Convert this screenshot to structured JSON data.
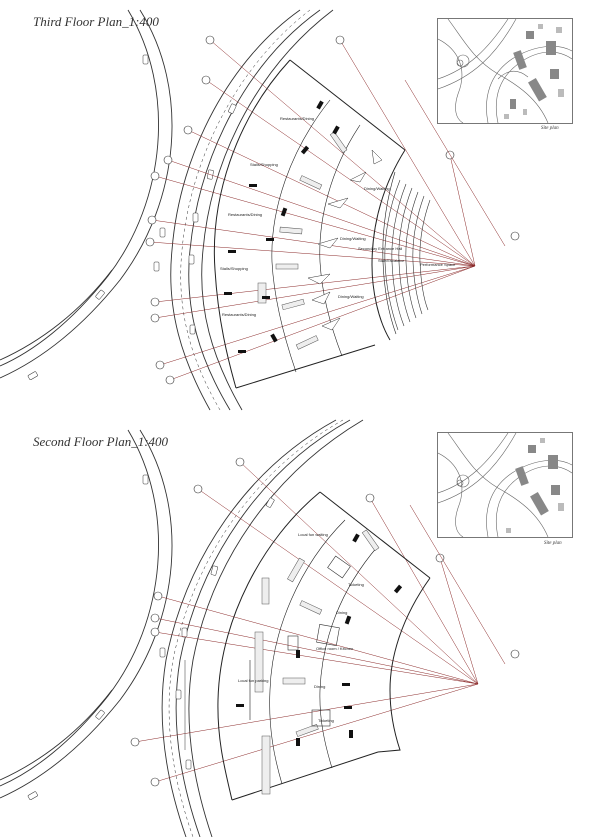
{
  "third_floor": {
    "title": "Third Floor Plan_1:400",
    "site_caption": "Site plan",
    "rooms": {
      "r1": "Restaurants/Dining",
      "r2": "Stalls/Shopping",
      "r3": "Restaurants/Dining",
      "r4": "Stalls/Shopping",
      "r5": "Restaurants/Dining",
      "r6": "Dining/Waiting",
      "r7": "Dining/Waiting",
      "r8": "Dining/Waiting",
      "r9": "Secondary Entrance Hall",
      "r10": "Stair/Escalator",
      "r11": "Performance Space"
    }
  },
  "second_floor": {
    "title": "Second Floor Plan_1:400",
    "site_caption": "Site plan",
    "rooms": {
      "r1": "Local fun waiting",
      "r2": "Ticketing",
      "r3": "Dining",
      "r4": "Office room / Kitchen",
      "r5": "Local fun parking",
      "r6": "Dining",
      "r7": "Ticketing"
    }
  },
  "colors": {
    "line": "#222222",
    "dim_line": "#8b2a2a",
    "grid_bubble": "#333333",
    "hatch": "#9a9a9a"
  }
}
